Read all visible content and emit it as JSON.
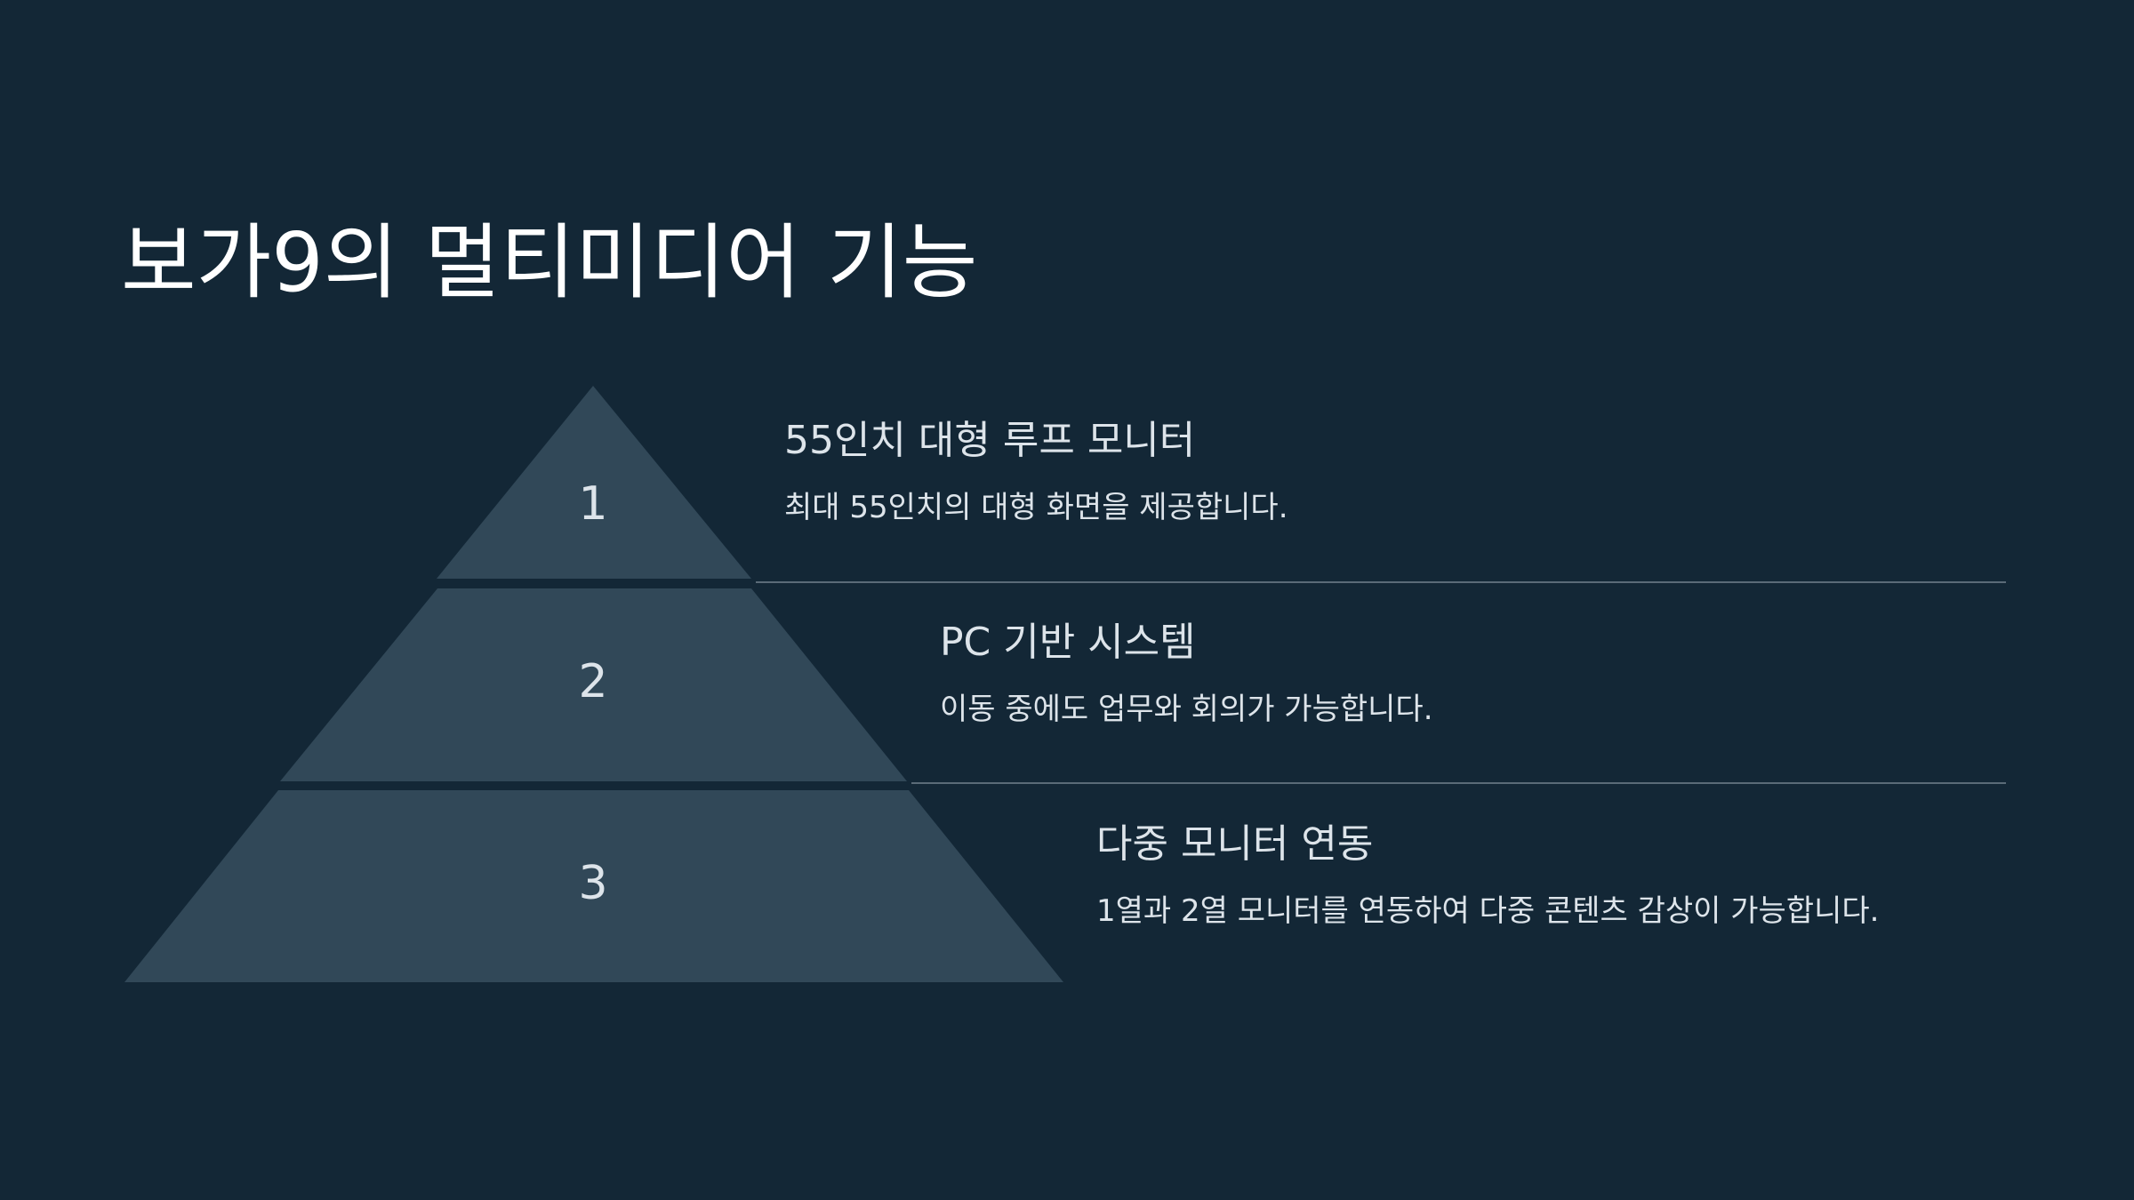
{
  "title": "보가9의 멀티미디어 기능",
  "colors": {
    "background": "#132736",
    "tier_fill": "#314858",
    "text": "#dde4ea",
    "divider": "#5a6b78"
  },
  "tiers": [
    {
      "number": "1",
      "title": "55인치 대형 루프 모니터",
      "description": "최대 55인치의 대형 화면을 제공합니다."
    },
    {
      "number": "2",
      "title": "PC 기반 시스템",
      "description": "이동 중에도 업무와 회의가 가능합니다."
    },
    {
      "number": "3",
      "title": "다중 모니터 연동",
      "description": "1열과 2열 모니터를 연동하여 다중 콘텐츠 감상이 가능합니다."
    }
  ]
}
